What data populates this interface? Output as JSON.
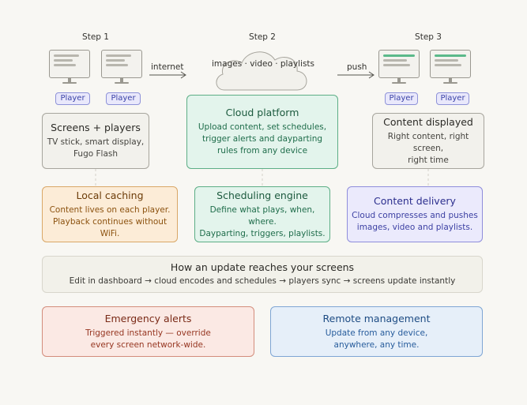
{
  "steps": [
    "Step 1",
    "Step 2",
    "Step 3"
  ],
  "arrows": {
    "internet": "internet",
    "push": "push"
  },
  "cloud_label": "images · video · playlists",
  "player_label": "Player",
  "boxes": {
    "screens": {
      "title": "Screens + players",
      "body": [
        "TV stick, smart display,",
        "Fugo Flash"
      ]
    },
    "cloud": {
      "title": "Cloud platform",
      "body": [
        "Upload content, set schedules,",
        "trigger alerts and dayparting",
        "rules from any device"
      ]
    },
    "displayed": {
      "title": "Content displayed",
      "body": [
        "Right content, right screen,",
        "right time"
      ]
    },
    "caching": {
      "title": "Local caching",
      "body": [
        "Content lives on each player.",
        "Playback continues without WiFi."
      ]
    },
    "scheduling": {
      "title": "Scheduling engine",
      "body": [
        "Define what plays, when, where.",
        "Dayparting, triggers, playlists."
      ]
    },
    "delivery": {
      "title": "Content delivery",
      "body": [
        "Cloud compresses and pushes",
        "images, video and playlists."
      ]
    },
    "update": {
      "title": "How an update reaches your screens",
      "body": [
        "Edit in dashboard → cloud encodes and schedules → players sync → screens update instantly"
      ]
    },
    "emergency": {
      "title": "Emergency alerts",
      "body": [
        "Triggered instantly — override",
        "every screen network-wide."
      ]
    },
    "remote": {
      "title": "Remote management",
      "body": [
        "Update from any device,",
        "anywhere, any time."
      ]
    }
  },
  "colors": {
    "green_line": "#5bb98a",
    "pill_text": "#3b43a8",
    "teal_border": "#5dae86",
    "orange_border": "#d9a767",
    "violet_border": "#8f8ddb",
    "red_border": "#d38d7c",
    "blue_border": "#7fa6d4"
  }
}
